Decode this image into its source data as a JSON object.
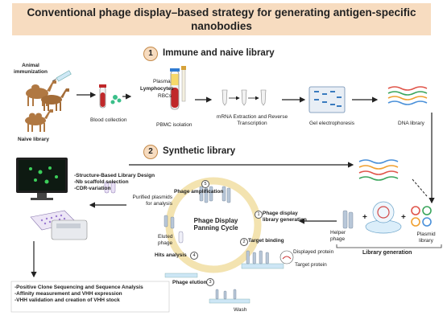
{
  "title": "Conventional phage display–based strategy for generating antigen-specific nanobodies",
  "section1": {
    "number": "1",
    "title": "Immune and naive library"
  },
  "section2": {
    "number": "2",
    "title": "Synthetic library"
  },
  "labels": {
    "animal_immunization": "Animal immunization",
    "naive_library": "Naive library",
    "blood_collection": "Blood collection",
    "plasma": "Plasma",
    "lymphocytes": "Lymphocytes",
    "rbcs": "RBCs",
    "pbmc_isolation": "PBMC isolation",
    "mrna_extraction": "mRNA Extraction and Reverse Transcription",
    "gel_electrophoresis": "Gel electrophoresis",
    "dna_library": "DNA library",
    "helper_phage": "Helper phage",
    "plasmid_library": "Plasmid library",
    "library_generation": "Library generation",
    "purified_plasmids": "Purified plasmids for analysis",
    "eluted_phage": "Eluted phage",
    "phage_amplification": "Phage amplification",
    "phage_display_library_generation": "Phage display library generation",
    "panning_cycle": "Phage Display Panning Cycle",
    "hits_analysis": "Hits analysis",
    "target_binding": "Target binding",
    "displayed_protein": "Displayed protein",
    "target_protein": "Target protein",
    "phage_elution": "Phage elution",
    "wash": "Wash"
  },
  "cycle_steps": {
    "s1": "1",
    "s2": "2",
    "s3": "3",
    "s4": "4",
    "s5": "5"
  },
  "design_box": [
    "-Structure-Based Library Design",
    "-Nb scaffold selection",
    "-CDR-variation"
  ],
  "analysis_box": [
    "-Positive Clone Sequencing and Sequence Analysis",
    "-Affinity measurement and VHH expression",
    "-VHH validation and creation of VHH stock"
  ],
  "colors": {
    "banner": "#f7dcc0",
    "step_circle": "#f7dcc0",
    "arrow": "#222222",
    "dna_red": "#e0554a",
    "dna_green": "#3aa55c",
    "dna_orange": "#f0a030",
    "dna_blue": "#4a90d9",
    "gel_blue": "#3a7bbf",
    "camel": "#b07842",
    "cycle": "#f3e3b0"
  },
  "icons": [
    "camel-icon",
    "syringe-icon",
    "blood-tube-icon",
    "centrifuge-tube-icon",
    "monitor-icon",
    "well-plate-icon",
    "plate-reader-icon",
    "phage-icon",
    "plasmid-icon",
    "petri-dish-icon"
  ]
}
